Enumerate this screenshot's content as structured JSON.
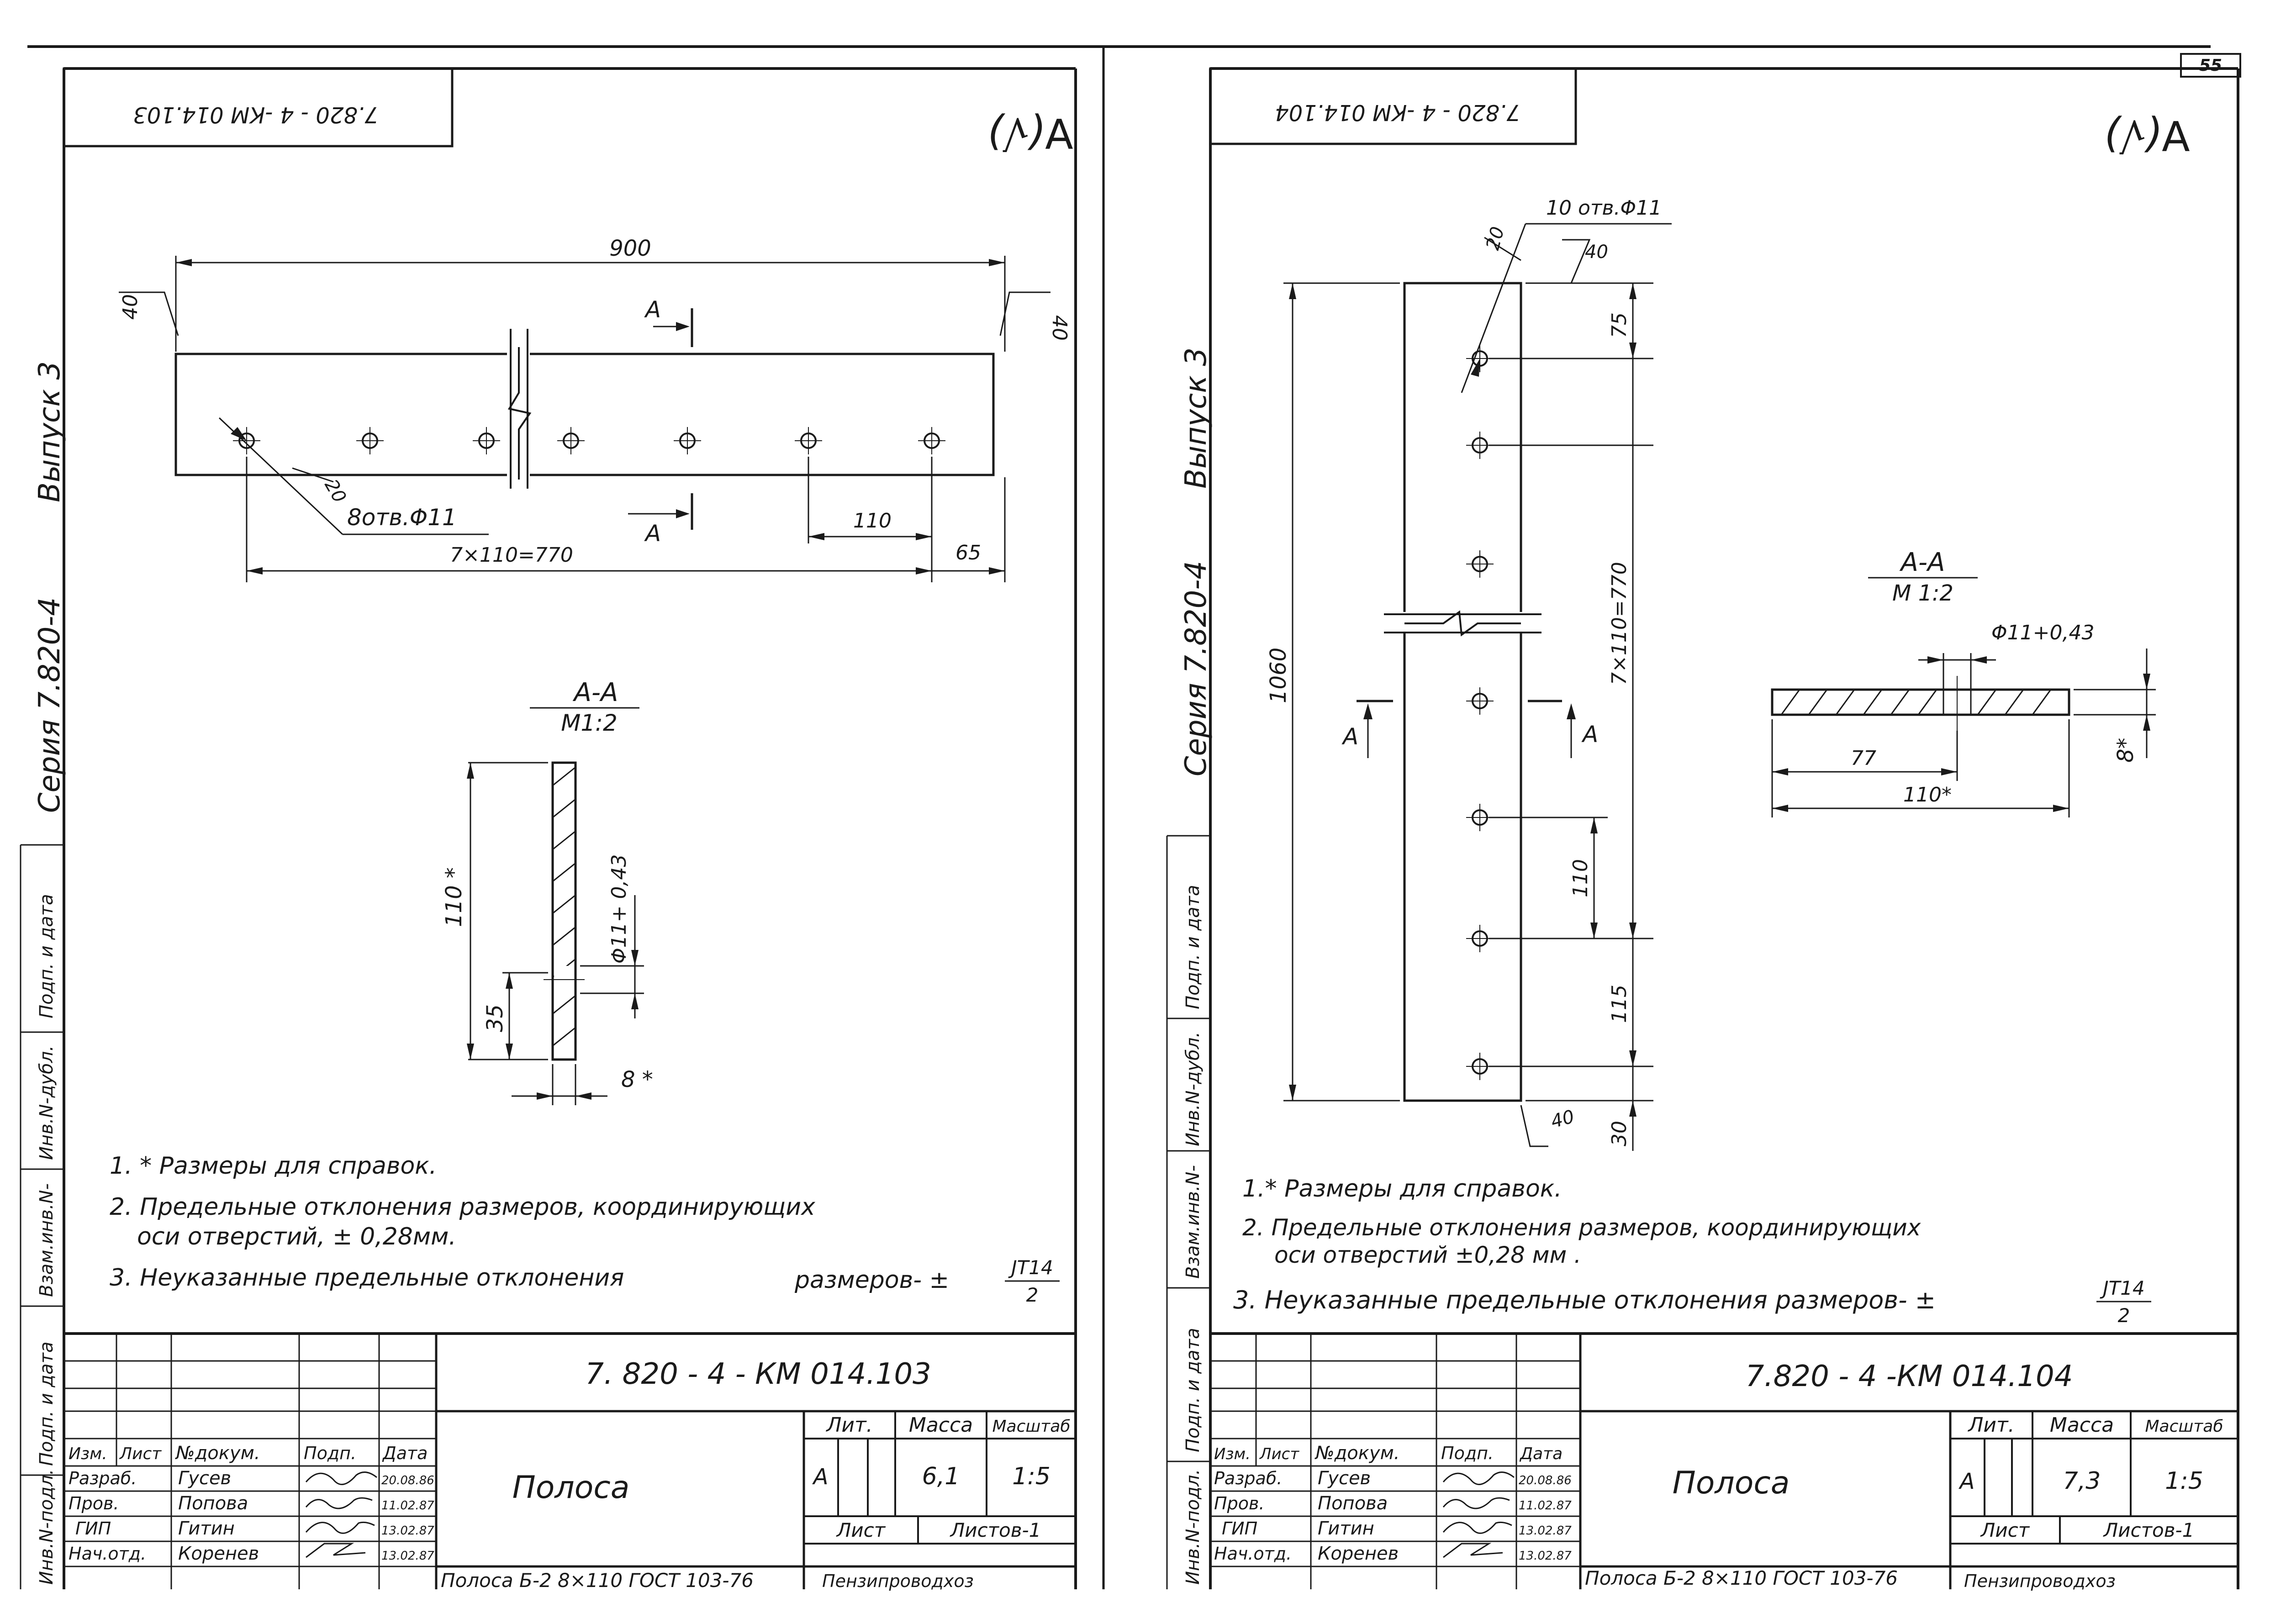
{
  "page_number": "55",
  "left": {
    "top_stamp": "7.820 - 4 -КМ 014.103",
    "roughness": "∀(√)",
    "series": "Серия 7.820-4",
    "issue": "Выпуск 3",
    "dim_length": "900",
    "dim_end_left": "40",
    "dim_end_right": "40",
    "dim_chain": "7×110=770",
    "dim_pitch": "110",
    "dim_edge": "65",
    "dim_chamfer": "20",
    "hole_note": "8отв.Φ11",
    "section_mark": "А",
    "section_title": "А-А",
    "section_scale": "М1:2",
    "sec_width": "110 *",
    "sec_hole": "Φ11+ 0,43",
    "sec_offset": "35",
    "sec_thickness": "8 *",
    "notes": [
      "1. * Размеры для справок.",
      "2. Предельные отклонения размеров, координирующих",
      "оси отверстий, ± 0,28мм.",
      "3. Неуказанные предельные отклонения",
      "размеров- ±",
      "JT14",
      "2"
    ],
    "titleblock": {
      "designation": "7. 820 - 4 - КМ 014.103",
      "name": "Полоса",
      "material": "Полоса Б-2 8×110 ГОСТ 103-76",
      "org": "Пензипроводхоз",
      "hdr_lit": "Лит.",
      "hdr_mass": "Масса",
      "hdr_scale": "Масштаб",
      "lit": "А",
      "mass": "6,1",
      "scale": "1:5",
      "sheet": "Лист",
      "sheets": "Листов-1",
      "cols": [
        "Изм.",
        "Лист",
        "№докум.",
        "Подп.",
        "Дата"
      ],
      "rows": [
        {
          "role": "Разраб.",
          "name": "Гусев",
          "date": "20.08.86"
        },
        {
          "role": "Пров.",
          "name": "Попова",
          "date": "11.02.87"
        },
        {
          "role": "ГИП",
          "name": "Гитин",
          "date": "13.02.87"
        },
        {
          "role": "Нач.отд.",
          "name": "Коренев",
          "date": "13.02.87"
        }
      ]
    },
    "side_stamp": [
      "Подп. и дата",
      "Взам.инв.N-",
      "Инв.N-дубл.",
      "Подп. и дата",
      "Инв.N-подл."
    ]
  },
  "right": {
    "top_stamp": "7.820 - 4 -КМ 014.104",
    "roughness": "∀(√)",
    "series": "Серия 7.820-4",
    "issue": "Выпуск 3",
    "hole_note": "10 отв.Φ11",
    "dim_chamfer": "20",
    "dim_top_end": "40",
    "dim_bottom_end": "40",
    "dim_length": "1060",
    "dim_first": "75",
    "dim_chain": "7×110=770",
    "dim_pitch": "110",
    "dim_last": "115",
    "dim_end": "30",
    "section_mark": "А",
    "section_title": "А-А",
    "section_scale": "М 1:2",
    "sec_hole": "Φ11+0,43",
    "sec_offset": "77",
    "sec_width": "110*",
    "sec_thickness": "8*",
    "notes": [
      "1.* Размеры для справок.",
      "2. Предельные отклонения размеров, координирующих",
      "оси отверстий ±0,28 мм .",
      "3. Неуказанные предельные отклонения размеров- ±",
      "JT14",
      "2"
    ],
    "titleblock": {
      "designation": "7.820 - 4 -КМ 014.104",
      "name": "Полоса",
      "material": "Полоса Б-2 8×110 ГОСТ 103-76",
      "org": "Пензипроводхоз",
      "hdr_lit": "Лит.",
      "hdr_mass": "Масса",
      "hdr_scale": "Масштаб",
      "lit": "А",
      "mass": "7,3",
      "scale": "1:5",
      "sheet": "Лист",
      "sheets": "Листов-1",
      "cols": [
        "Изм.",
        "Лист",
        "№докум.",
        "Подп.",
        "Дата"
      ],
      "rows": [
        {
          "role": "Разраб.",
          "name": "Гусев",
          "date": "20.08.86"
        },
        {
          "role": "Пров.",
          "name": "Попова",
          "date": "11.02.87"
        },
        {
          "role": "ГИП",
          "name": "Гитин",
          "date": "13.02.87"
        },
        {
          "role": "Нач.отд.",
          "name": "Коренев",
          "date": "13.02.87"
        }
      ]
    },
    "side_stamp": [
      "Подп. и дата",
      "Взам.инв.N-",
      "Инв.N-дубл.",
      "Подп. и дата",
      "Инв.N-подл."
    ]
  }
}
